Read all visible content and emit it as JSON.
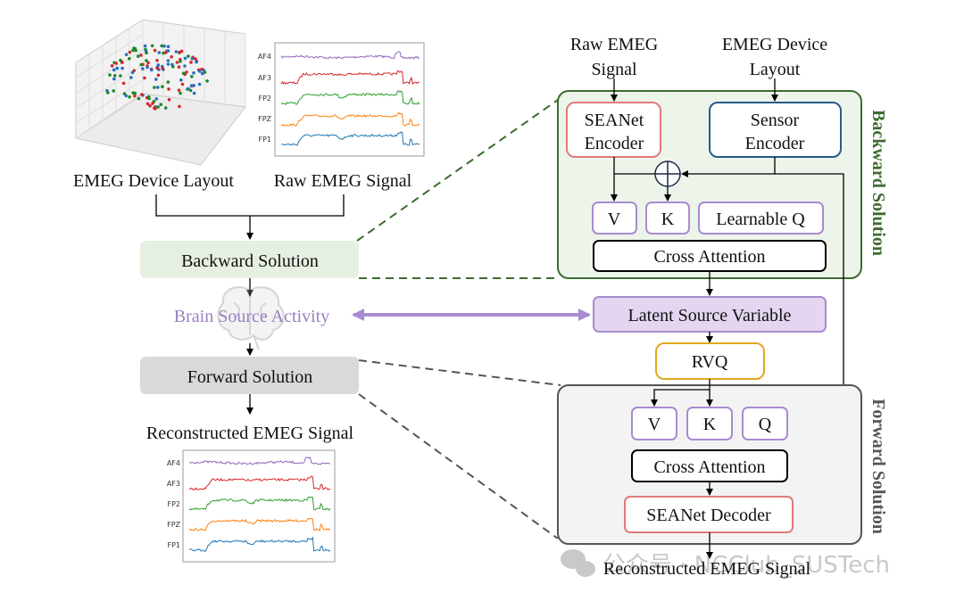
{
  "left": {
    "device_layout_label": "EMEG Device Layout",
    "raw_signal_label": "Raw EMEG Signal",
    "backward_solution": "Backward Solution",
    "brain_source_activity": "Brain Source Activity",
    "forward_solution": "Forward Solution",
    "reconstructed_label": "Reconstructed EMEG Signal",
    "channels": [
      "AF4",
      "AF3",
      "FP2",
      "FPZ",
      "FP1"
    ]
  },
  "right": {
    "raw_input_line1": "Raw EMEG",
    "raw_input_line2": "Signal",
    "layout_input_line1": "EMEG Device",
    "layout_input_line2": "Layout",
    "backward_title": "Backward Solution",
    "seanet_encoder_line1": "SEANet",
    "seanet_encoder_line2": "Encoder",
    "sensor_encoder_line1": "Sensor",
    "sensor_encoder_line2": "Encoder",
    "v": "V",
    "k": "K",
    "learnable_q": "Learnable Q",
    "cross_attention": "Cross Attention",
    "latent": "Latent Source Variable",
    "rvq": "RVQ",
    "forward_title": "Forward Solution",
    "q": "Q",
    "seanet_decoder": "SEANet Decoder",
    "output": "Reconstructed EMEG Signal"
  },
  "watermark": "公众号 · NCClub_SUSTech",
  "colors": {
    "backward_green": "#3d6b2f",
    "latent_purple": "#a88bd0",
    "brain_text": "#9b7fc0",
    "encoder_red": "#e07a7a",
    "sensor_blue": "#2a5a8a",
    "rvq_orange": "#e0a820",
    "channel_colors": [
      "#9467bd",
      "#d62728",
      "#2ca02c",
      "#ff7f0e",
      "#1f77b4"
    ]
  }
}
